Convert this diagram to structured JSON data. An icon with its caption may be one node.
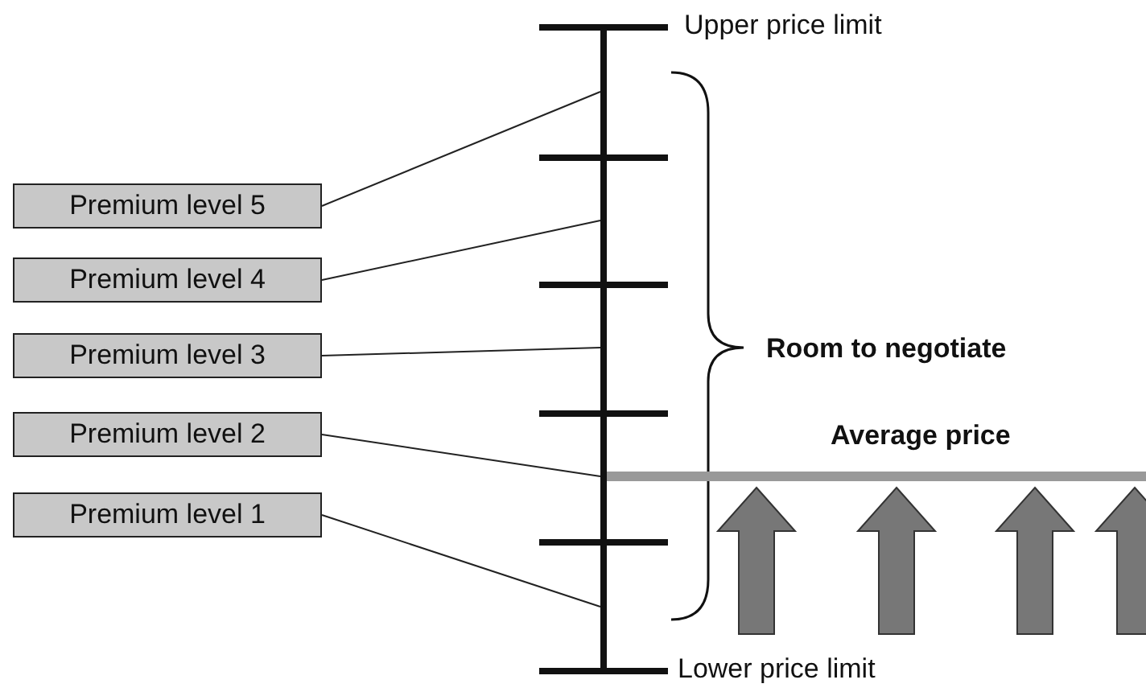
{
  "diagram": {
    "nodes": [
      {
        "text": [
          "Premium level 5"
        ]
      },
      {
        "text": [
          "Premium level 4"
        ]
      },
      {
        "text": [
          "Premium level 3"
        ]
      },
      {
        "text": [
          "Premium level 2"
        ]
      },
      {
        "text": [
          "Premium level 1"
        ]
      }
    ],
    "edges": [
      {
        "from": 0,
        "to": null,
        "arrow": "none"
      },
      {
        "from": 1,
        "to": null,
        "arrow": "none"
      },
      {
        "from": 2,
        "to": null,
        "arrow": "none"
      },
      {
        "from": 3,
        "to": null,
        "arrow": "none"
      },
      {
        "from": 4,
        "to": null,
        "arrow": "none"
      }
    ],
    "labels": [
      "Upper price limit",
      "Room to negotiate",
      "Average price",
      "Lower price limit"
    ]
  }
}
